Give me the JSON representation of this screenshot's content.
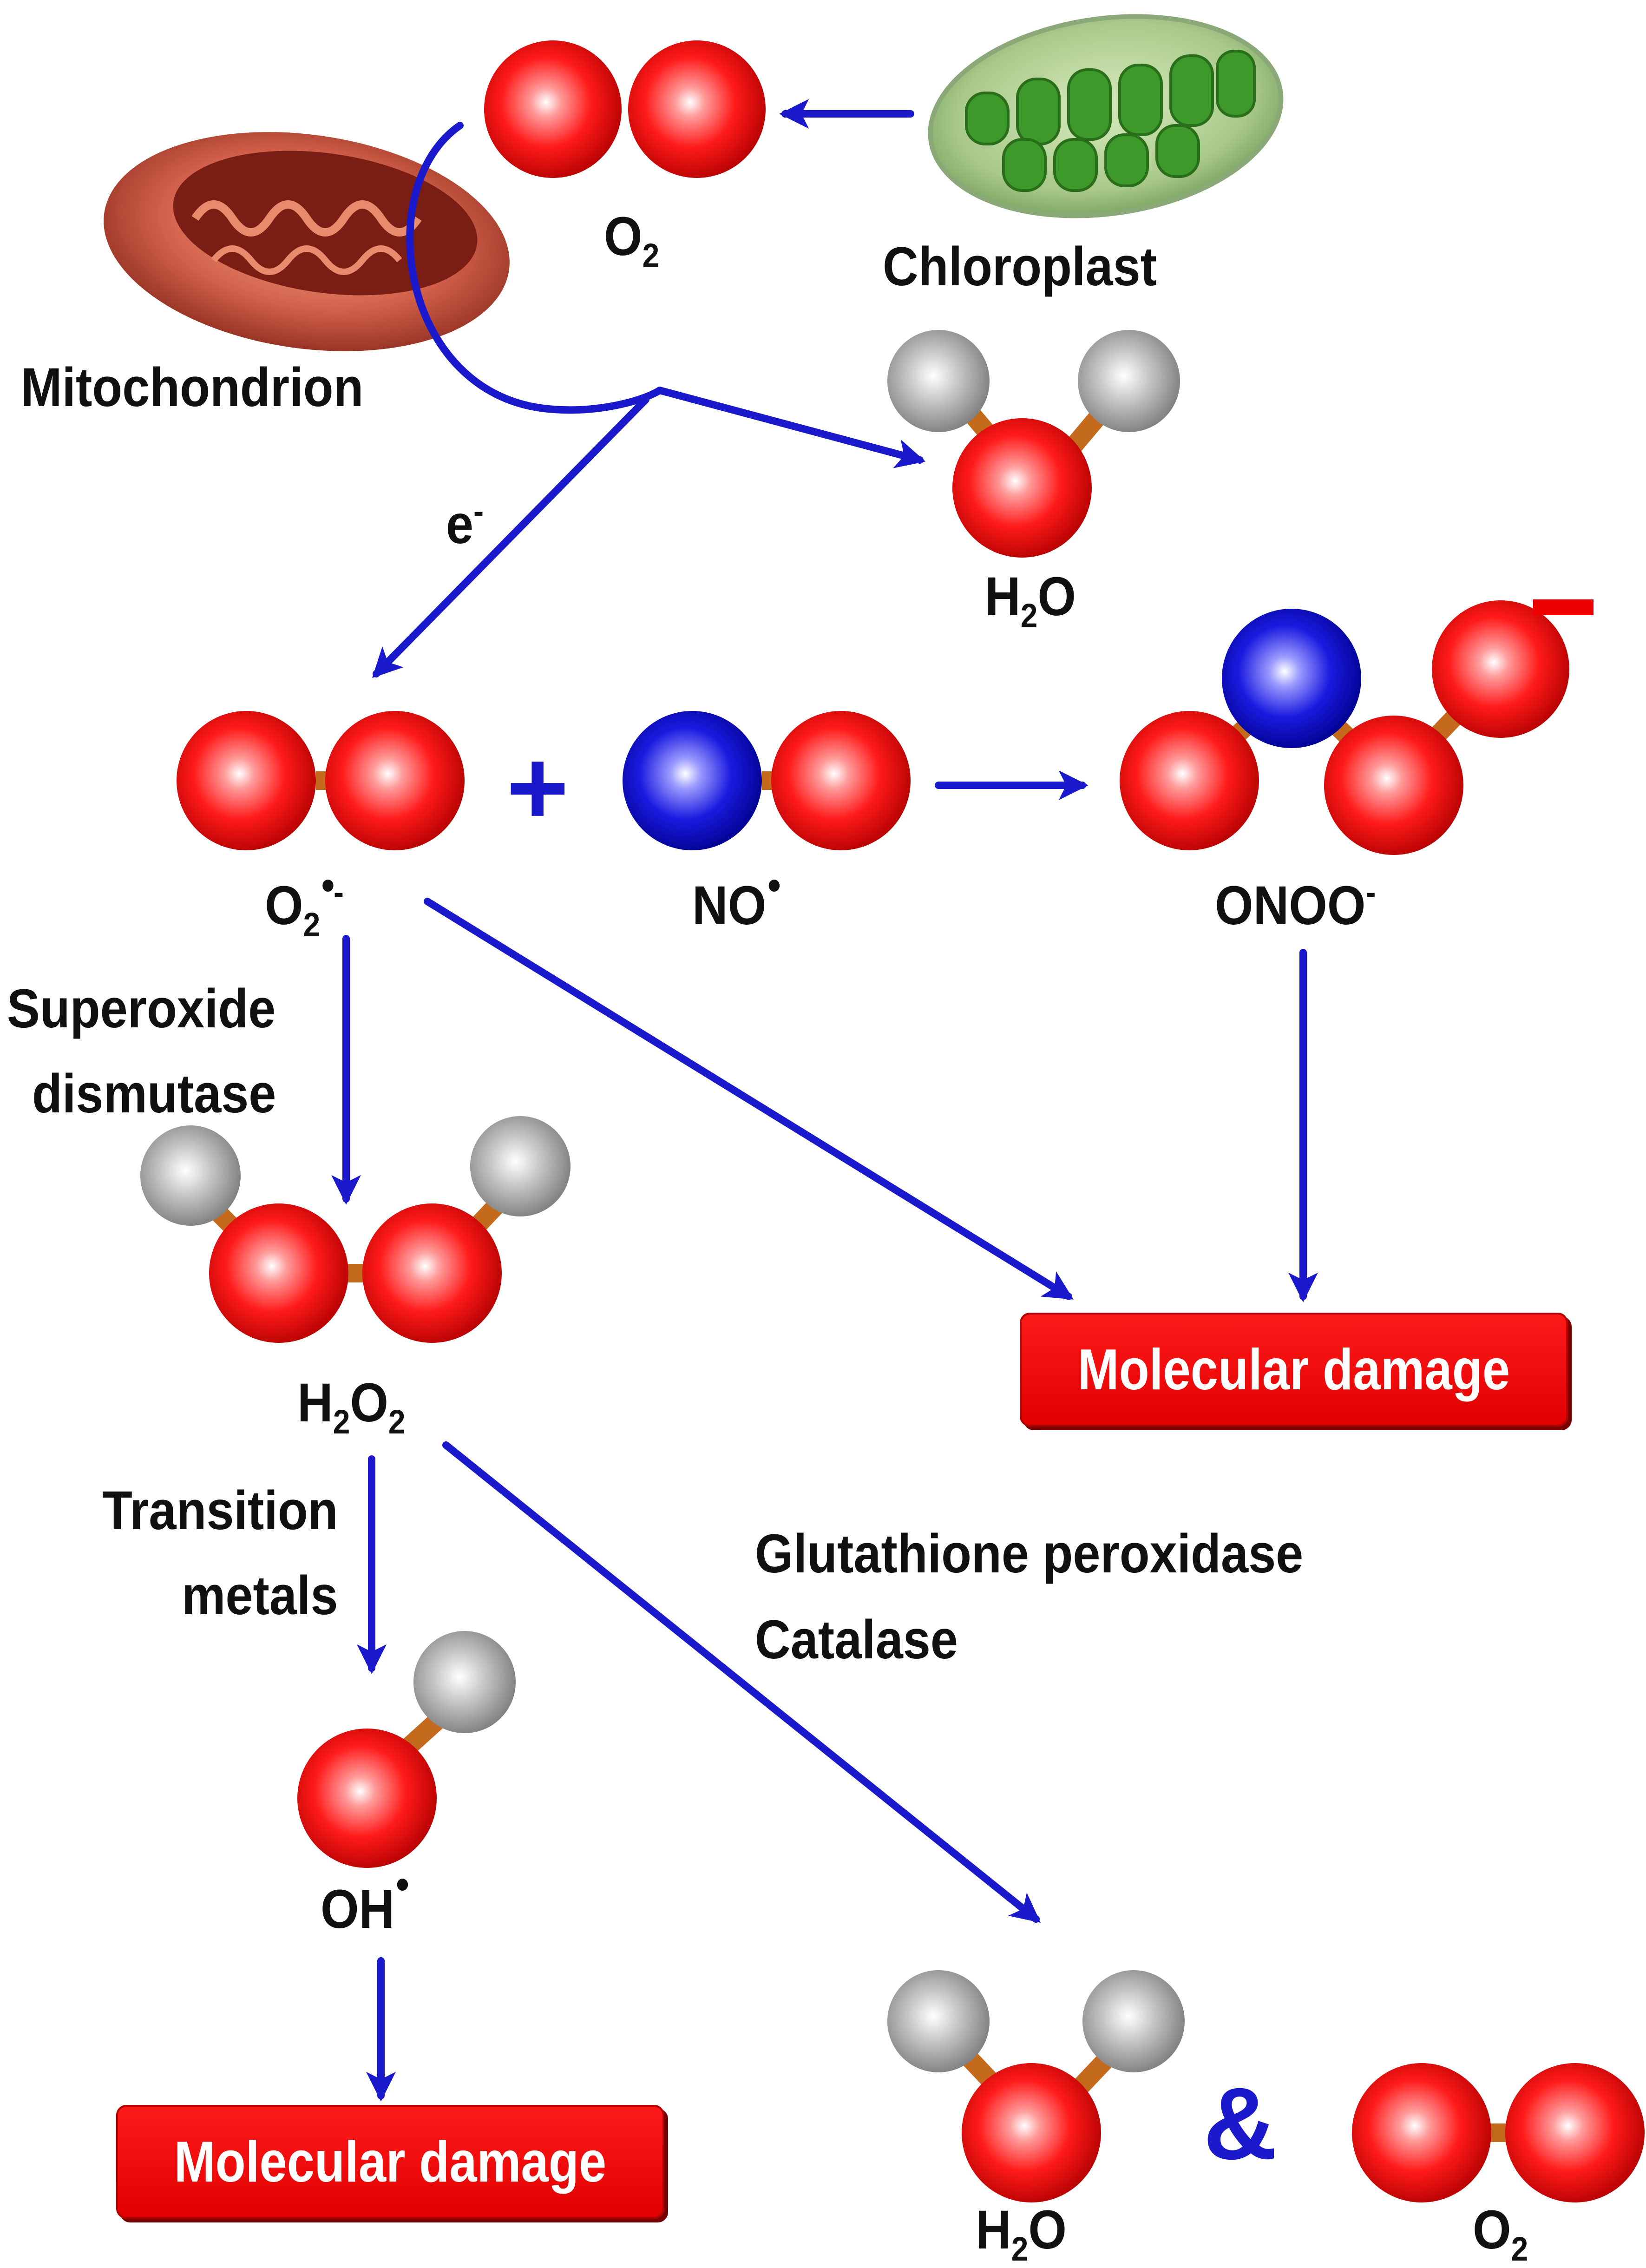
{
  "molecules": {
    "o2_top": {
      "base": "O",
      "subscript": "2"
    },
    "chloroplast": "Chloroplast",
    "mitochondrion": "Mitochondrion",
    "h2o_top": {
      "h": "H",
      "subscript": "2",
      "o": "O"
    },
    "electron": {
      "base": "e",
      "superscript": "-"
    },
    "superoxide": {
      "base": "O",
      "subscript": "2",
      "charge": "-"
    },
    "plus_sign": "+",
    "nitric_oxide": {
      "base": "NO"
    },
    "peroxynitrite": {
      "base": "ONOO",
      "superscript": "-"
    },
    "peroxynitrite_charge": "-",
    "h2o2": {
      "h": "H",
      "sub1": "2",
      "o": "O",
      "sub2": "2"
    },
    "hydroxyl": {
      "base": "OH"
    },
    "h2o_bottom": {
      "h": "H",
      "subscript": "2",
      "o": "O"
    },
    "ampersand": "&",
    "o2_bottom": {
      "base": "O",
      "subscript": "2"
    }
  },
  "enzymes": {
    "superoxide_dismutase_line1": "Superoxide",
    "superoxide_dismutase_line2": "dismutase",
    "transition_metals_line1": "Transition",
    "transition_metals_line2": "metals",
    "glutathione_peroxidase": "Glutathione peroxidase",
    "catalase": "Catalase"
  },
  "outcomes": {
    "damage_right": "Molecular damage",
    "damage_bottom": "Molecular damage"
  },
  "colors": {
    "oxygen_atom": "#e8000e",
    "nitrogen_atom": "#1a1acc",
    "hydrogen_atom": "#a0a0a0",
    "bond": "#c46a1c",
    "arrow": "#1a1acc",
    "damage_box": "#ee0000"
  }
}
